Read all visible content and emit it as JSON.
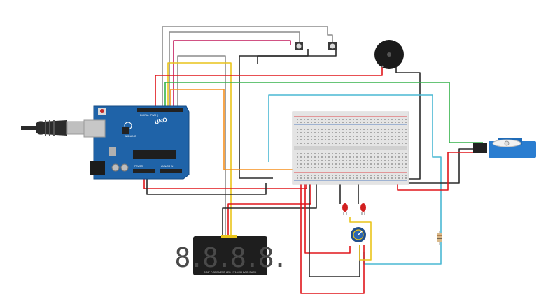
{
  "arduino": {
    "brand": "ARDUINO",
    "model": "UNO",
    "header_digital": "DIGITAL (PWM~)",
    "header_power": "POWER",
    "header_analog": "ANALOG IN"
  },
  "display": {
    "digits": "8.8.8.8.",
    "caption": "0.56\" 7-SEGMENT LED HT16K33 BACKPACK"
  },
  "colors": {
    "board_blue": "#1f63a8",
    "breadboard": "#e4e4e4",
    "wire_red": "#e0161b",
    "wire_black": "#2b2b2b",
    "wire_green": "#35b24a",
    "wire_orange": "#f5901e",
    "wire_yellow": "#e9c41a",
    "wire_cyan": "#4ab8d3",
    "wire_gray": "#8c8c8c",
    "wire_magenta": "#c2185b",
    "servo_blue": "#2a7dd0",
    "led_red": "#d21f1f"
  }
}
